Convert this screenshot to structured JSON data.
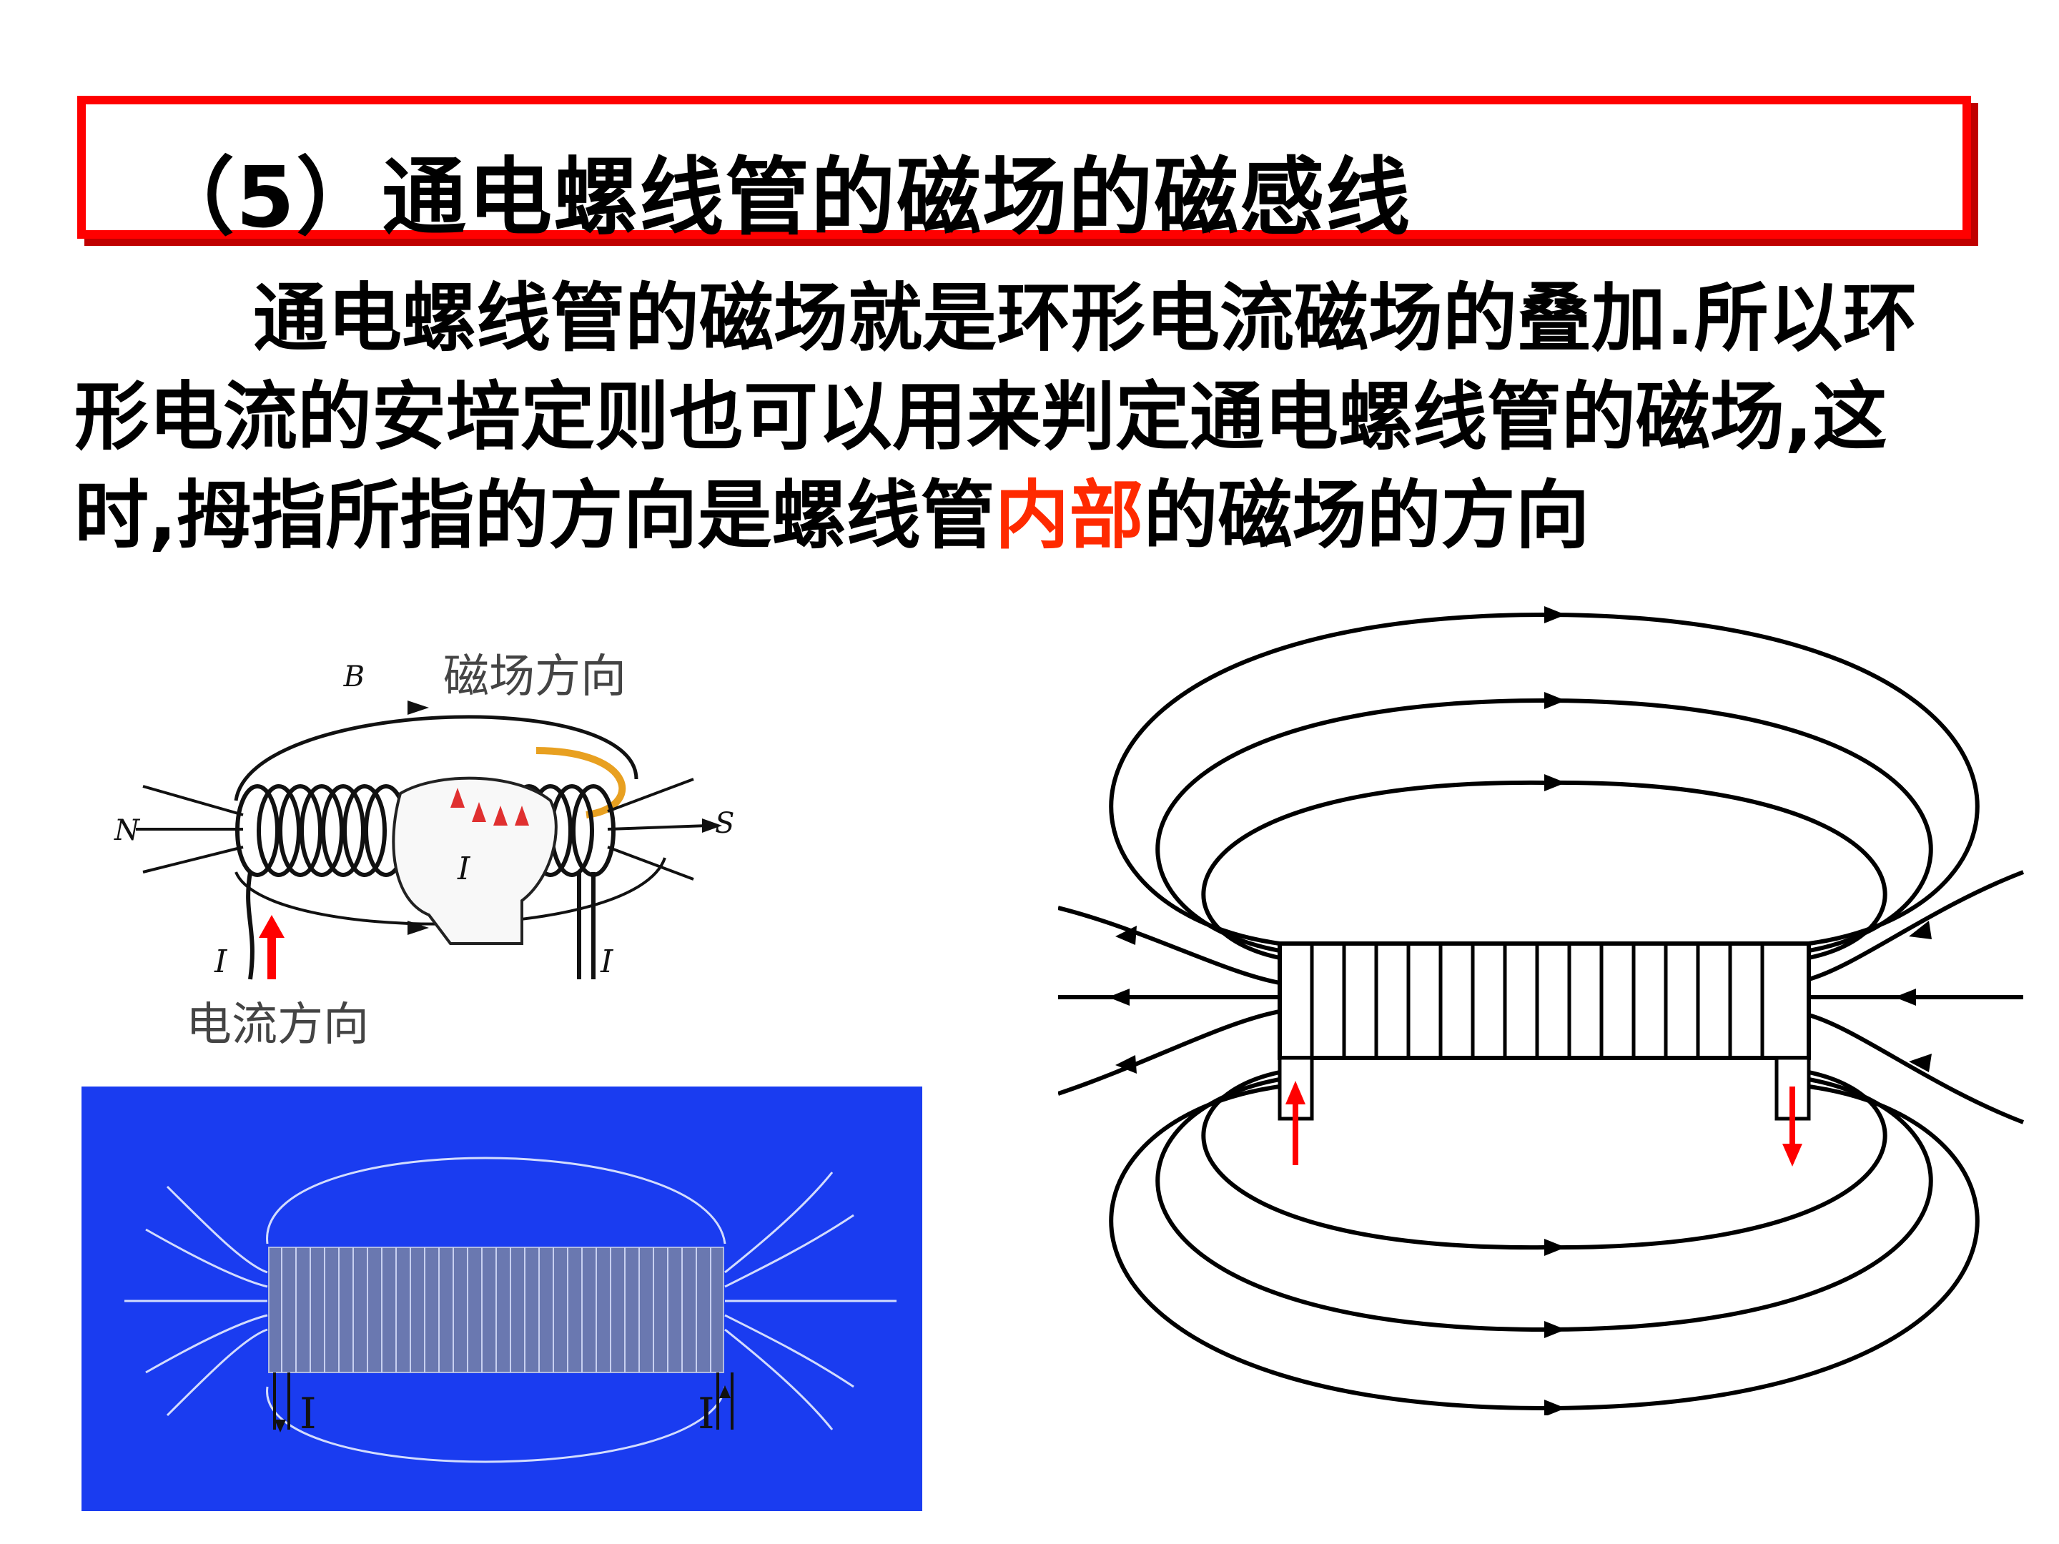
{
  "title": "（5）通电螺线管的磁场的磁感线",
  "paragraph": {
    "part1": "通电螺线管的磁场就是环形电流磁场的叠加.所以环形电流的安培定则也可以用来判定通电螺线管的磁场,这时,拇指所指的方向是螺线管",
    "highlight": "内部",
    "part2": "的磁场的方向"
  },
  "left_figure": {
    "field_direction_label": "磁场方向",
    "current_direction_label": "电流方向",
    "b_label": "B",
    "n_label": "N",
    "s_label": "S",
    "current_symbol": "I"
  },
  "blue_figure": {
    "current_left": "I",
    "current_right": "I"
  },
  "colors": {
    "title_border": "#ff0000",
    "highlight": "#ff2a00",
    "blue_bg": "#1a3cf0",
    "arrow_red": "#ff0000"
  }
}
